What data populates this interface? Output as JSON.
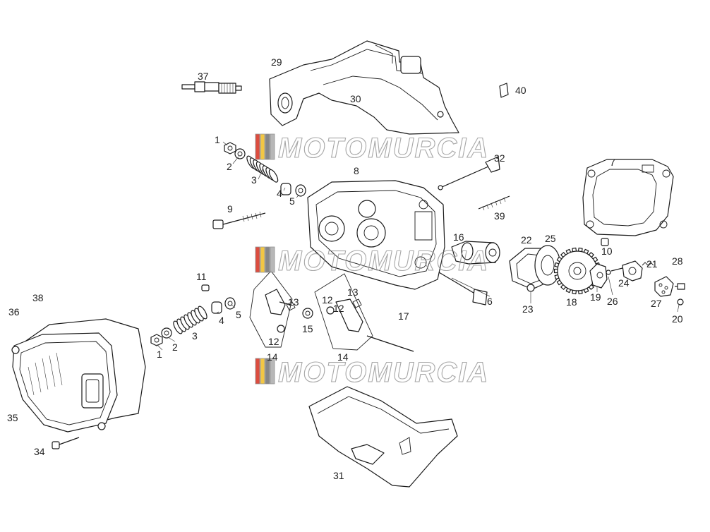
{
  "watermark": {
    "text": "MOTOMURCIA",
    "bar_colors": [
      "#d93a2b",
      "#f2c230",
      "#7a7a7a",
      "#b0b0b0"
    ]
  },
  "callouts": [
    {
      "id": "37",
      "label": "37"
    },
    {
      "id": "29",
      "label": "29"
    },
    {
      "id": "30",
      "label": "30"
    },
    {
      "id": "40",
      "label": "40"
    },
    {
      "id": "1a",
      "label": "1"
    },
    {
      "id": "2a",
      "label": "2"
    },
    {
      "id": "3a",
      "label": "3"
    },
    {
      "id": "4a",
      "label": "4"
    },
    {
      "id": "5a",
      "label": "5"
    },
    {
      "id": "8",
      "label": "8"
    },
    {
      "id": "32",
      "label": "32"
    },
    {
      "id": "39",
      "label": "39"
    },
    {
      "id": "7",
      "label": "7"
    },
    {
      "id": "9",
      "label": "9"
    },
    {
      "id": "10",
      "label": "10"
    },
    {
      "id": "16",
      "label": "16"
    },
    {
      "id": "22",
      "label": "22"
    },
    {
      "id": "25",
      "label": "25"
    },
    {
      "id": "21",
      "label": "21"
    },
    {
      "id": "28",
      "label": "28"
    },
    {
      "id": "24",
      "label": "24"
    },
    {
      "id": "11",
      "label": "11"
    },
    {
      "id": "6",
      "label": "6"
    },
    {
      "id": "23",
      "label": "23"
    },
    {
      "id": "18",
      "label": "18"
    },
    {
      "id": "19",
      "label": "19"
    },
    {
      "id": "26",
      "label": "26"
    },
    {
      "id": "27",
      "label": "27"
    },
    {
      "id": "20",
      "label": "20"
    },
    {
      "id": "38",
      "label": "38"
    },
    {
      "id": "36",
      "label": "36"
    },
    {
      "id": "13a",
      "label": "13"
    },
    {
      "id": "12a",
      "label": "12"
    },
    {
      "id": "13b",
      "label": "13"
    },
    {
      "id": "12b",
      "label": "12"
    },
    {
      "id": "4b",
      "label": "4"
    },
    {
      "id": "5b",
      "label": "5"
    },
    {
      "id": "15",
      "label": "15"
    },
    {
      "id": "17",
      "label": "17"
    },
    {
      "id": "3b",
      "label": "3"
    },
    {
      "id": "2b",
      "label": "2"
    },
    {
      "id": "1b",
      "label": "1"
    },
    {
      "id": "12c",
      "label": "12"
    },
    {
      "id": "14a",
      "label": "14"
    },
    {
      "id": "14b",
      "label": "14"
    },
    {
      "id": "35",
      "label": "35"
    },
    {
      "id": "34",
      "label": "34"
    },
    {
      "id": "31",
      "label": "31"
    }
  ]
}
